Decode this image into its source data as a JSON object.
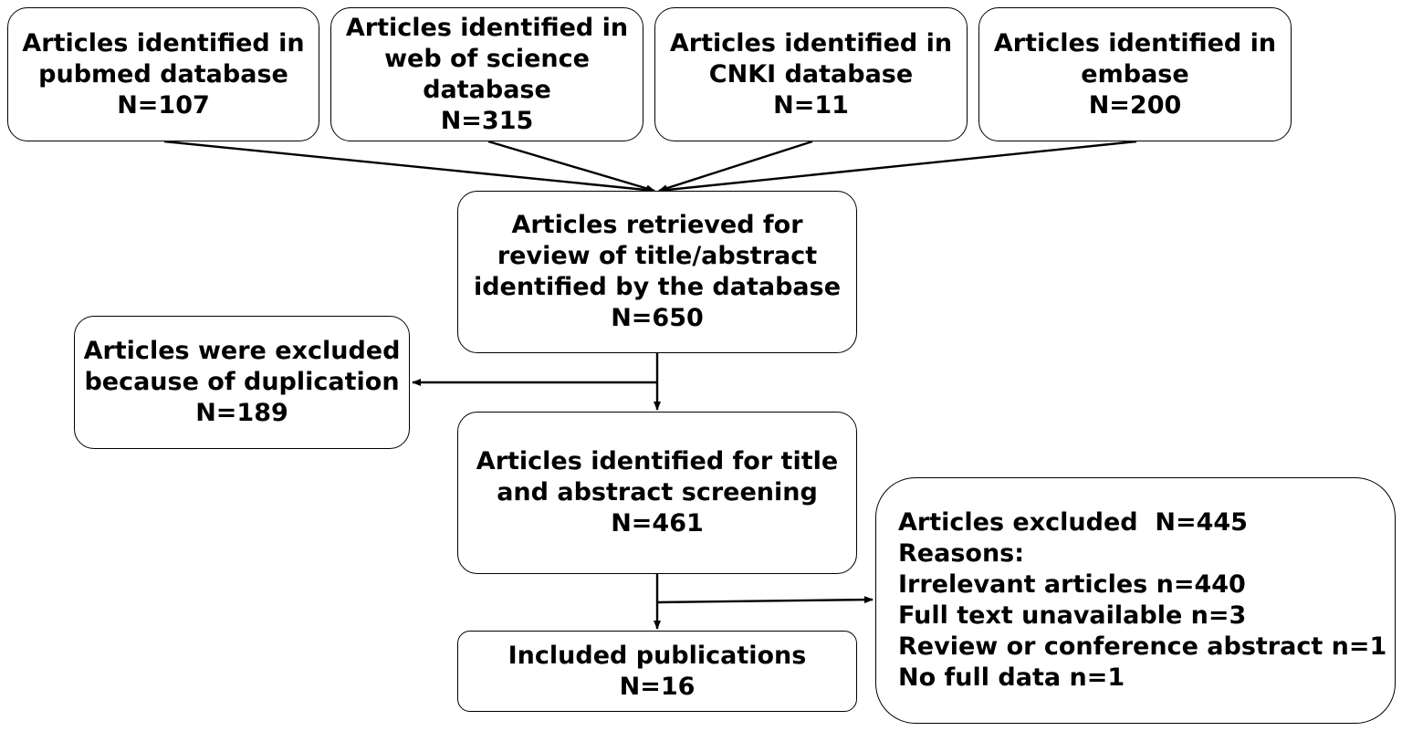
{
  "flowchart": {
    "source_boxes": [
      {
        "id": "pubmed",
        "lines": [
          "Articles identified in",
          "pubmed database",
          "N=107"
        ]
      },
      {
        "id": "wos",
        "lines": [
          "Articles identified in",
          "web of science",
          "database",
          "N=315"
        ]
      },
      {
        "id": "cnki",
        "lines": [
          "Articles identified in",
          "CNKI database",
          "N=11"
        ]
      },
      {
        "id": "embase",
        "lines": [
          "Articles identified in",
          "embase",
          "N=200"
        ]
      }
    ],
    "retrieved": {
      "lines": [
        "Articles retrieved for",
        "review of title/abstract",
        "identified by the database",
        "N=650"
      ]
    },
    "duplicates": {
      "lines": [
        "Articles were excluded",
        "because of duplication",
        "N=189"
      ]
    },
    "screening": {
      "lines": [
        "Articles identified for title",
        "and abstract screening",
        "N=461"
      ]
    },
    "excluded": {
      "lines": [
        "Articles excluded  N=445",
        "Reasons:",
        "Irrelevant articles n=440",
        "Full text unavailable n=3",
        "Review or conference abstract n=1",
        "No full data n=1"
      ]
    },
    "included": {
      "lines": [
        "Included publications",
        "N=16"
      ]
    }
  }
}
